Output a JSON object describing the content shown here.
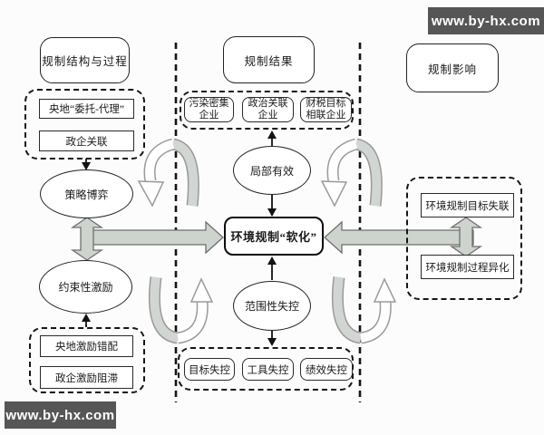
{
  "colors": {
    "block_arrow_fill": "#cdd3cd",
    "block_arrow_border": "#6f6f6f",
    "curve_band_fill": "#d2d6d2",
    "curve_outline": "#9a9a9a",
    "line_color": "#151515",
    "watermark_bg": "#565656",
    "watermark_fg": "#ffffff"
  },
  "watermarks": {
    "top_right": "www.by-hx.com",
    "bottom_left": "www.by-hx.com"
  },
  "headers": {
    "structure": "规制结构与过程",
    "result": "规制结果",
    "impact": "规制影响"
  },
  "left_column": {
    "mechanism_group": {
      "item1": "央地“委托-代理”",
      "item2": "政企关联"
    },
    "ellipse_top": "策略博弈",
    "ellipse_bottom": "约束性激励",
    "incentive_group": {
      "item1": "央地激励错配",
      "item2": "政企激励阻滞"
    }
  },
  "middle_column": {
    "firm_group": {
      "item1": "污染密集\n企业",
      "item2": "政治关联\n企业",
      "item3": "财税目标\n相联企业"
    },
    "ellipse_top": "局部有效",
    "center_box": "环境规制“软化”",
    "ellipse_bottom": "范围性失控",
    "loss_group": {
      "item1": "目标失控",
      "item2": "工具失控",
      "item3": "绩效失控"
    }
  },
  "right_column": {
    "impact_group": {
      "item1": "环境规制目标失联",
      "item2": "环境规制过程异化"
    }
  }
}
